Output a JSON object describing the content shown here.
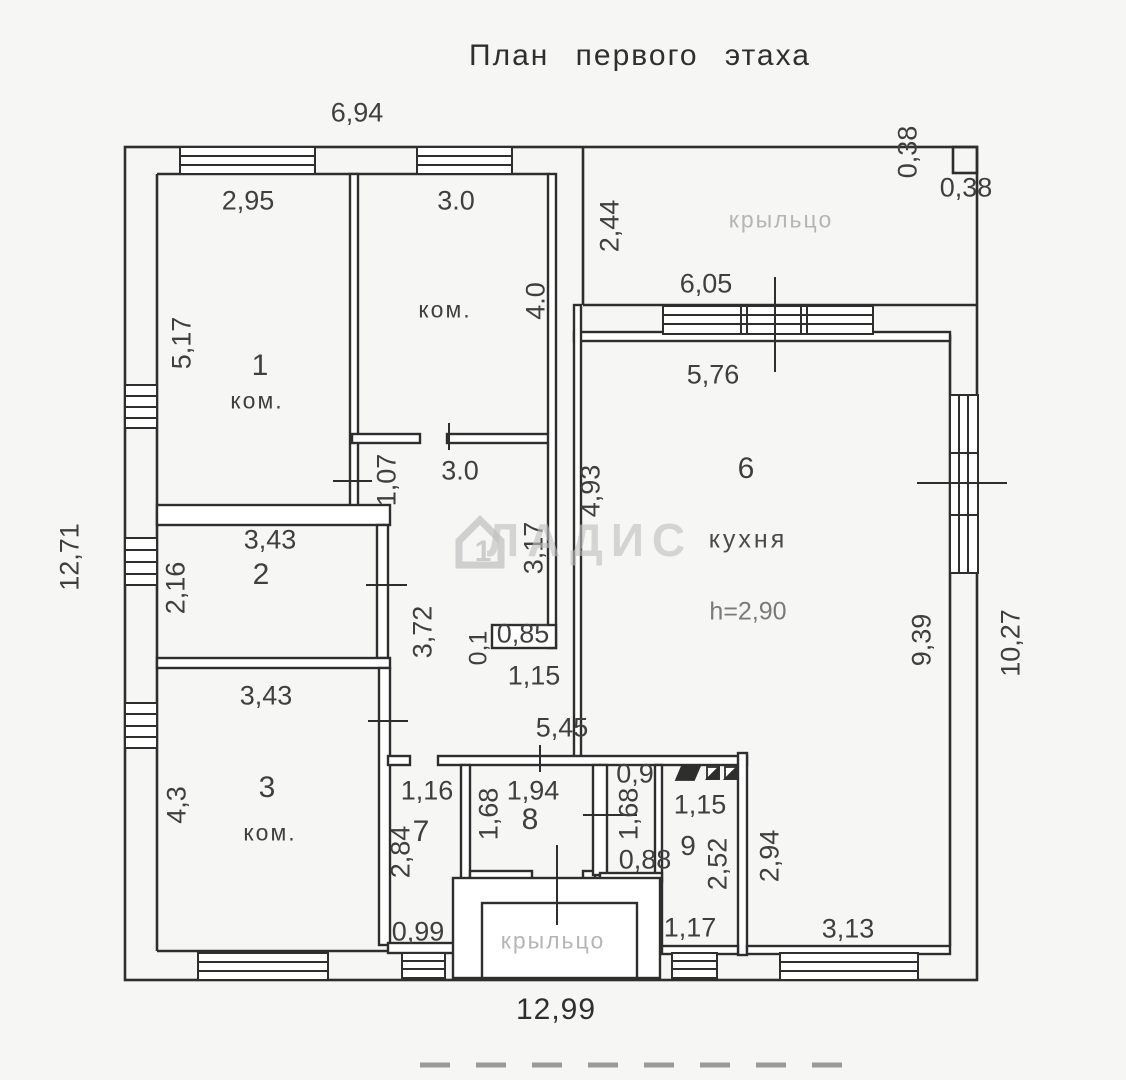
{
  "title": "План первого этаха",
  "watermark": {
    "digit": "1",
    "text": "ЛАДИС"
  },
  "overall": {
    "top": "6,94",
    "left": "12,71",
    "bottom": "12,99",
    "right": "10,27"
  },
  "rooms": {
    "room1": {
      "number": "1",
      "type": "ком.",
      "width": "2,95",
      "height": "5,17"
    },
    "room_mid": {
      "type": "ком.",
      "width": "3.0",
      "height": "4.0"
    },
    "room2": {
      "number": "2",
      "width": "3,43",
      "height": "2,16"
    },
    "room3": {
      "number": "3",
      "type": "ком.",
      "width": "3,43",
      "height": "4,3"
    },
    "kitchen": {
      "number": "6",
      "label": "кухня",
      "ceiling_height": "h=2,90",
      "width": "5,76",
      "window_row_width": "6,05",
      "height_left": "4,93",
      "height_right": "9,39"
    },
    "room7": {
      "number": "7",
      "width_top": "1,16",
      "height": "2,84",
      "width_bottom": "0,99"
    },
    "room8": {
      "number": "8",
      "width": "1,94",
      "height": "1,68"
    },
    "room9": {
      "number": "9",
      "width_top": "0,9",
      "height_left": "1,68",
      "width_right": "1,15",
      "height_right": "2,52",
      "width_bottom": "0,88",
      "passage_width": "1,17",
      "height_outer": "2,94"
    },
    "porch_top": {
      "label": "крыльцо",
      "height": "2,44",
      "corner_width": "0,38",
      "corner_height": "0,38"
    },
    "porch_bottom": {
      "label": "крыльцо"
    }
  },
  "hall": {
    "width": "3.0",
    "wall_segment": "1,07",
    "corridor_height": "3,72",
    "corridor_height_right": "3,17",
    "niche_depth": "0,1",
    "niche_width": "0,85",
    "opening_width": "1,15",
    "span_width": "5,45",
    "kitchen_bottom_width": "3,13"
  },
  "colors": {
    "wall": "#2e2e2e",
    "label": "#3f3f3f",
    "muted": "#b5b5b5",
    "dash": "#9a9a9a"
  }
}
